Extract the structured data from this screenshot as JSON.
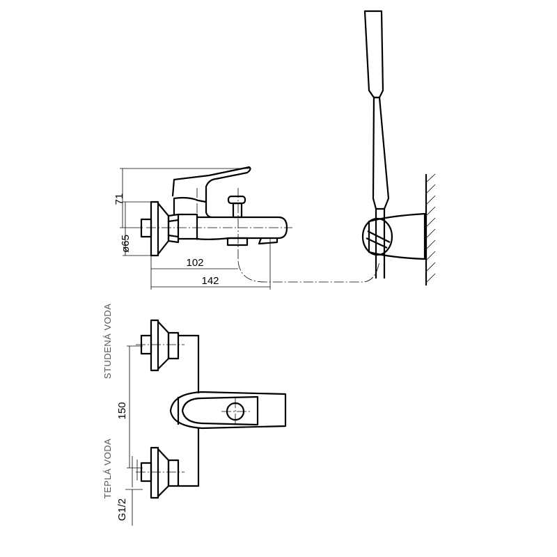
{
  "dimensions": {
    "height_lever": "71",
    "diameter_flange": "ø65",
    "spout_axis": "102",
    "spout_length": "142",
    "inlet_spacing": "150",
    "thread": "G1/2"
  },
  "labels": {
    "cold_water": "STUDENÁ VODA",
    "hot_water": "TEPLÁ VODA"
  },
  "colors": {
    "line": "#000000",
    "label": "#555555"
  }
}
